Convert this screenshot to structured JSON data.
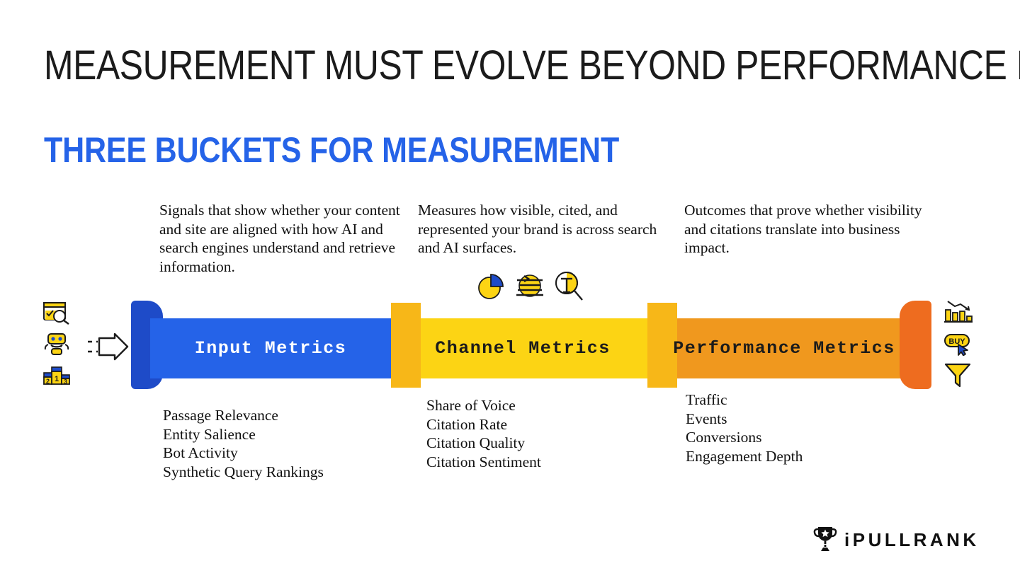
{
  "slide": {
    "title": "MEASUREMENT MUST EVOLVE BEYOND PERFORMANCE METRICS",
    "subtitle": "THREE BUCKETS FOR MEASUREMENT"
  },
  "colors": {
    "accent_blue": "#2563E8",
    "cap_blue": "#1E4BC8",
    "yellow": "#FCD414",
    "joint_amber": "#F7B718",
    "orange": "#F0981E",
    "cap_orange": "#EE6C1F",
    "text_dark": "#111111"
  },
  "buckets": [
    {
      "id": "input-metrics",
      "label": "Input Metrics",
      "description": "Signals that show whether your content and site are aligned with how AI and search engines understand and retrieve information.",
      "items": [
        "Passage Relevance",
        "Entity Salience",
        "Bot Activity",
        "Synthetic Query Rankings"
      ]
    },
    {
      "id": "channel-metrics",
      "label": "Channel Metrics",
      "description": "Measures how visible, cited, and represented your brand is across search and AI surfaces.",
      "items": [
        "Share of Voice",
        "Citation Rate",
        "Citation Quality",
        "Citation Sentiment"
      ]
    },
    {
      "id": "performance-metrics",
      "label": "Performance Metrics",
      "description": "Outcomes that prove whether visibility and citations translate into business impact.",
      "items": [
        "Traffic",
        "Events",
        "Conversions",
        "Engagement Depth"
      ]
    }
  ],
  "icons": {
    "left": [
      "site-audit-search-icon",
      "robot-icon",
      "ranking-podium-icon"
    ],
    "flow_arrow": "dashed-arrow-right-icon",
    "middle": [
      "pie-chart-icon",
      "document-lines-icon",
      "magnifier-text-icon"
    ],
    "right": [
      "declining-bar-chart-icon",
      "buy-button-cursor-icon",
      "funnel-icon"
    ]
  },
  "podium": {
    "second": "2",
    "first": "1",
    "third": "3"
  },
  "buy_label": "BUY",
  "magnifier_letter": "T",
  "logo": {
    "text": "iPULLRANK",
    "mark": "trophy-icon"
  }
}
